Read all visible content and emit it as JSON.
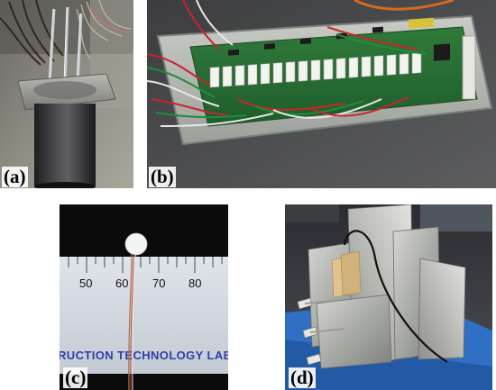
{
  "panels": {
    "a": {
      "label": "(a)"
    },
    "b": {
      "label": "(b)"
    },
    "c": {
      "label": "(c)",
      "ruler_numbers": [
        "50",
        "60",
        "70",
        "80"
      ],
      "ruler_caption": "RUCTION TECHNOLOGY LABORATO"
    },
    "d": {
      "label": "(d)"
    }
  }
}
